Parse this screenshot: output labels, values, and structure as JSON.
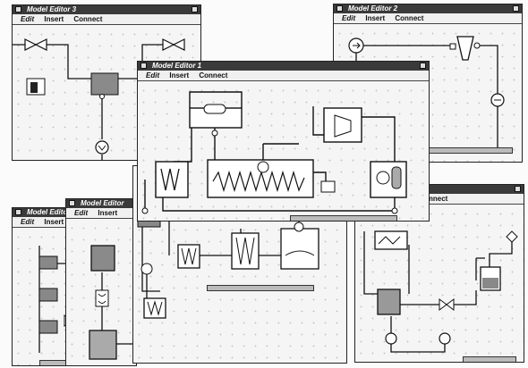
{
  "windows": {
    "w3": {
      "title": "Model Editor 3",
      "menu": [
        "Edit",
        "Insert",
        "Connect"
      ]
    },
    "w2": {
      "title": "Model Editor 2",
      "menu": [
        "Edit",
        "Insert",
        "Connect"
      ]
    },
    "w1": {
      "title": "Model Editor 1",
      "menu": [
        "Edit",
        "Insert",
        "Connect"
      ]
    },
    "wbl": {
      "title": "Model Editor",
      "menu": [
        "Edit",
        "Insert"
      ]
    },
    "wsm": {
      "title": "Model Editor",
      "menu": [
        "Edit",
        "Insert"
      ]
    },
    "wbr": {
      "title": "",
      "menu": [
        "nnect"
      ]
    }
  }
}
